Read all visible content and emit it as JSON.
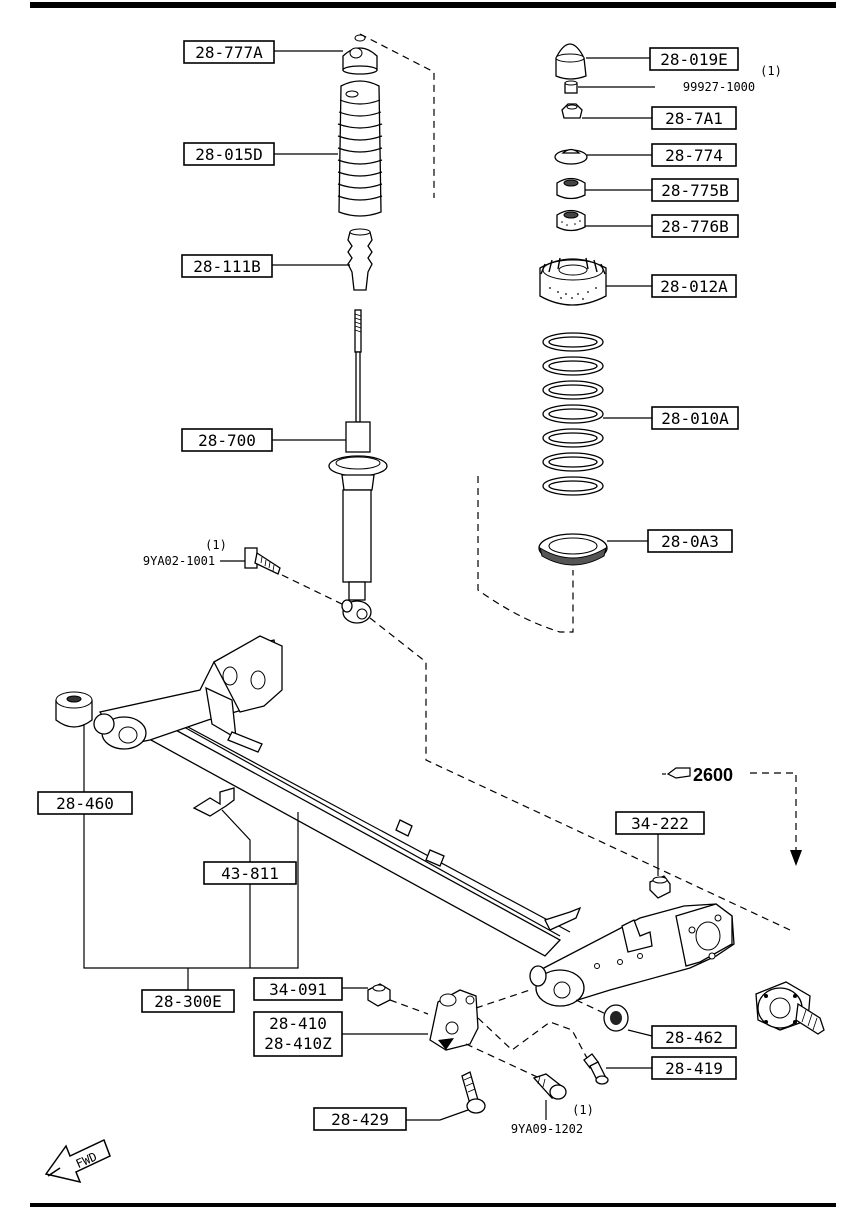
{
  "labels": {
    "bump_stopper_top": "28-777A",
    "dust_boot": "28-015D",
    "bump_stopper": "28-111B",
    "shock_absorber": "28-700",
    "cap": "28-019E",
    "nut": "99927-1000",
    "nut_qty": "(1)",
    "lock_nut": "28-7A1",
    "washer": "28-774",
    "bushing_upper": "28-775B",
    "bushing_lower": "28-776B",
    "spring_seat_upper": "28-012A",
    "coil_spring": "28-010A",
    "spring_seat_lower": "28-0A3",
    "bolt_shock": "9YA02-1001",
    "bolt_shock_qty": "(1)",
    "trailing_bushing": "28-460",
    "bracket_clip": "43-811",
    "rear_axle_beam": "28-300E",
    "hub_ref": "2600",
    "hub_nut": "34-222",
    "nut_34_091": "34-091",
    "bracket": "28-410",
    "bracket_z": "28-410Z",
    "washer_462": "28-462",
    "bolt_419": "28-419",
    "bolt_429": "28-429",
    "bolt_bottom": "9YA09-1202",
    "bolt_bottom_qty": "(1)",
    "fwd": "FWD"
  },
  "icons": {
    "reference_arrow": "hand-pointer-icon",
    "forward_arrow": "fwd-arrow-icon"
  },
  "colors": {
    "ink": "#000000",
    "paper": "#ffffff"
  }
}
